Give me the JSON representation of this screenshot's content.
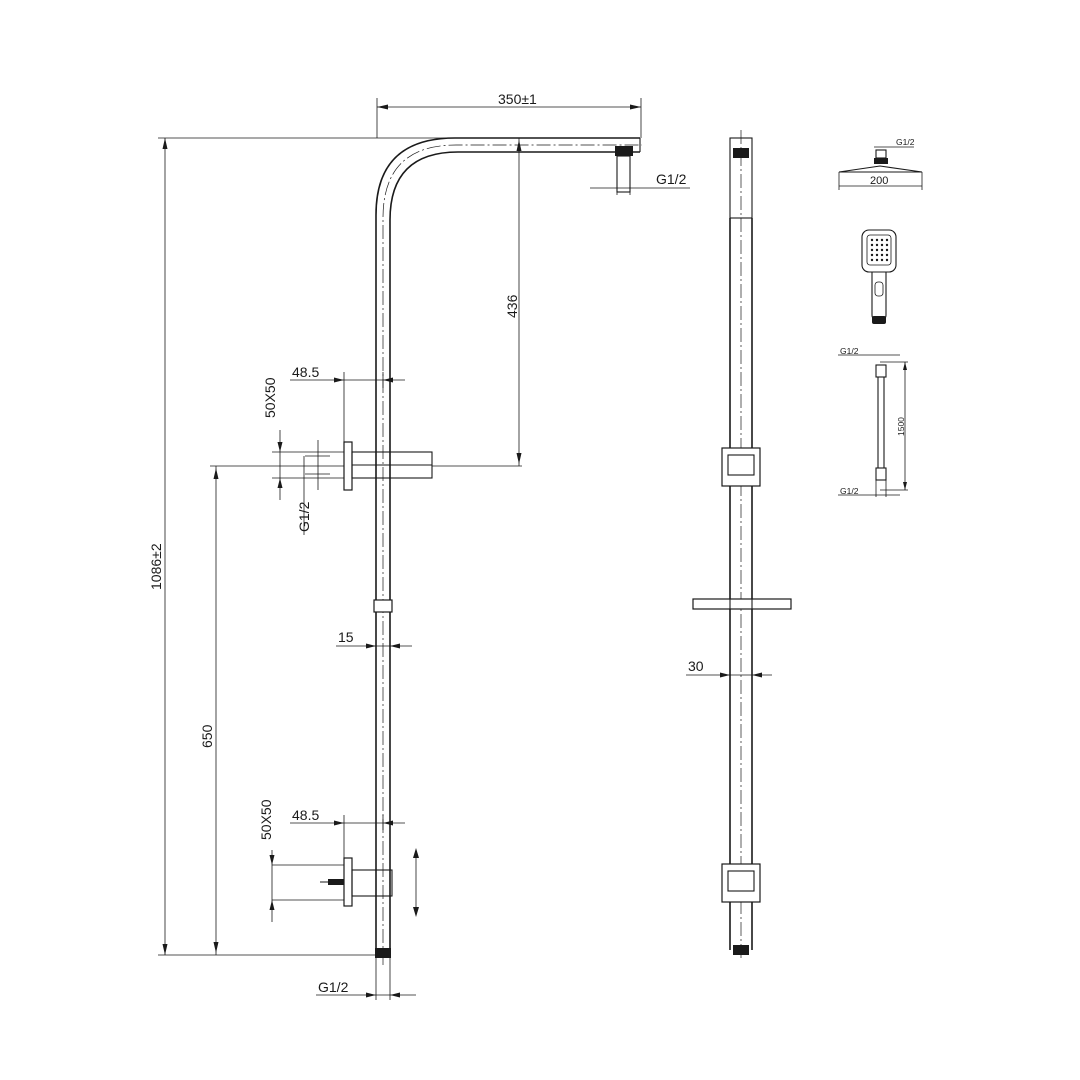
{
  "labels": {
    "arm_width": "350±1",
    "outlet_thread_top": "G1/2",
    "arm_drop": "436",
    "bracket_offset_top": "48.5",
    "bracket_size_top": "50X50",
    "inlet_thread_top": "G1/2",
    "total_height": "1086±2",
    "rail_diameter": "15",
    "bracket_spacing": "650",
    "bracket_offset_bottom": "48.5",
    "bracket_size_bottom": "50X50",
    "inlet_thread_bottom": "G1/2",
    "side_rail_width": "30",
    "head_thread": "G1/2",
    "head_diameter": "200",
    "hose_thread_top": "G1/2",
    "hose_length": "1500",
    "hose_thread_bottom": "G1/2"
  },
  "colors": {
    "line": "#1a1a1a",
    "background": "#ffffff"
  }
}
